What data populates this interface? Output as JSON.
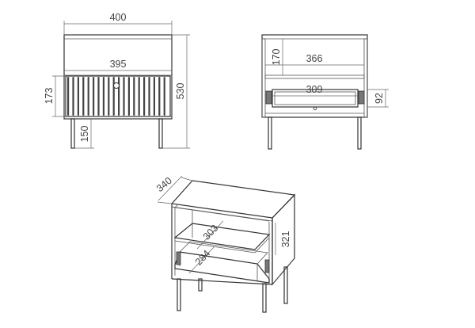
{
  "front_view": {
    "width_label": "400",
    "inner_width_label": "395",
    "height_label": "530",
    "drawer_height_label": "173",
    "leg_height_label": "150"
  },
  "section_view": {
    "shelf_height_label": "170",
    "inner_width_label": "366",
    "drawer_width_label": "309",
    "drawer_height_label": "92"
  },
  "iso_view": {
    "depth_label": "340",
    "shelf_depth_label": "303",
    "drawer_depth_label": "284",
    "inner_height_label": "321"
  },
  "colors": {
    "line": "#333333",
    "text": "#444444"
  }
}
